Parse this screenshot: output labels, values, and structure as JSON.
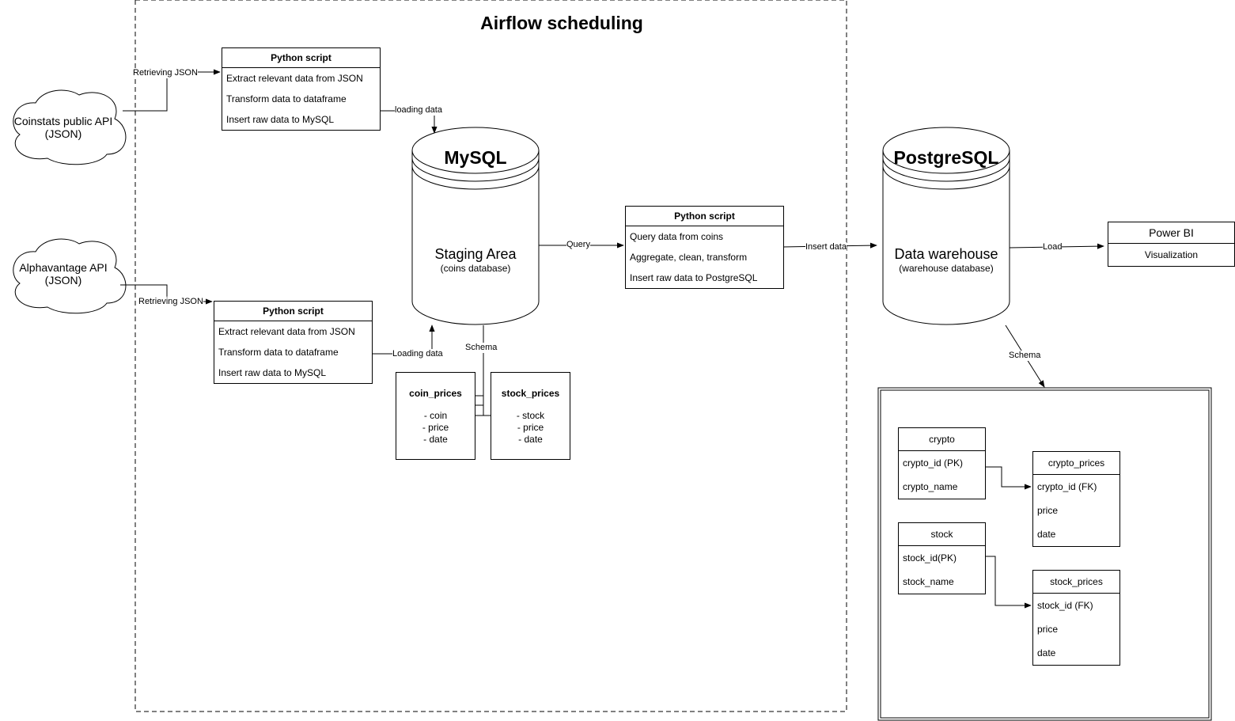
{
  "scheduler": {
    "title": "Airflow scheduling"
  },
  "sources": {
    "coinstats": {
      "name": "Coinstats public API",
      "format": "(JSON)"
    },
    "alphavantage": {
      "name": "Alphavantage API",
      "format": "(JSON)"
    }
  },
  "scripts": {
    "coin_ingest": {
      "title": "Python script",
      "steps": [
        "Extract relevant data from JSON",
        "Transform data to dataframe",
        "Insert raw data to MySQL"
      ]
    },
    "stock_ingest": {
      "title": "Python script",
      "steps": [
        "Extract relevant data from JSON",
        "Transform data to dataframe",
        "Insert raw data to MySQL"
      ]
    },
    "warehouse_load": {
      "title": "Python script",
      "steps": [
        "Query data from coins",
        "Aggregate, clean, transform",
        "Insert raw data to PostgreSQL"
      ]
    }
  },
  "databases": {
    "mysql": {
      "name": "MySQL",
      "label": "Staging Area",
      "sublabel": "(coins database)"
    },
    "postgres": {
      "name": "PostgreSQL",
      "label": "Data warehouse",
      "sublabel": "(warehouse database)"
    }
  },
  "edges": {
    "retrieving_coin": "Retrieving JSON",
    "retrieving_stock": "Retrieving JSON",
    "loading_coin": "loading data",
    "loading_stock": "Loading data",
    "query": "Query",
    "insert": "Insert  data",
    "load": "Load",
    "schema_mysql": "Schema",
    "schema_pg": "Schema"
  },
  "staging_tables": {
    "coin_prices": {
      "name": "coin_prices",
      "columns": [
        "- coin",
        "- price",
        "- date"
      ]
    },
    "stock_prices": {
      "name": "stock_prices",
      "columns": [
        "- stock",
        "- price",
        "- date"
      ]
    }
  },
  "powerbi": {
    "title": "Power BI",
    "row": "Visualization"
  },
  "warehouse_schema": {
    "crypto": {
      "name": "crypto",
      "rows": [
        "crypto_id (PK)",
        "crypto_name"
      ]
    },
    "crypto_prices": {
      "name": "crypto_prices",
      "rows": [
        "crypto_id (FK)",
        "price",
        "date"
      ]
    },
    "stock": {
      "name": "stock",
      "rows": [
        "stock_id(PK)",
        "stock_name"
      ]
    },
    "stock_prices": {
      "name": "stock_prices",
      "rows": [
        "stock_id (FK)",
        "price",
        "date"
      ]
    }
  }
}
